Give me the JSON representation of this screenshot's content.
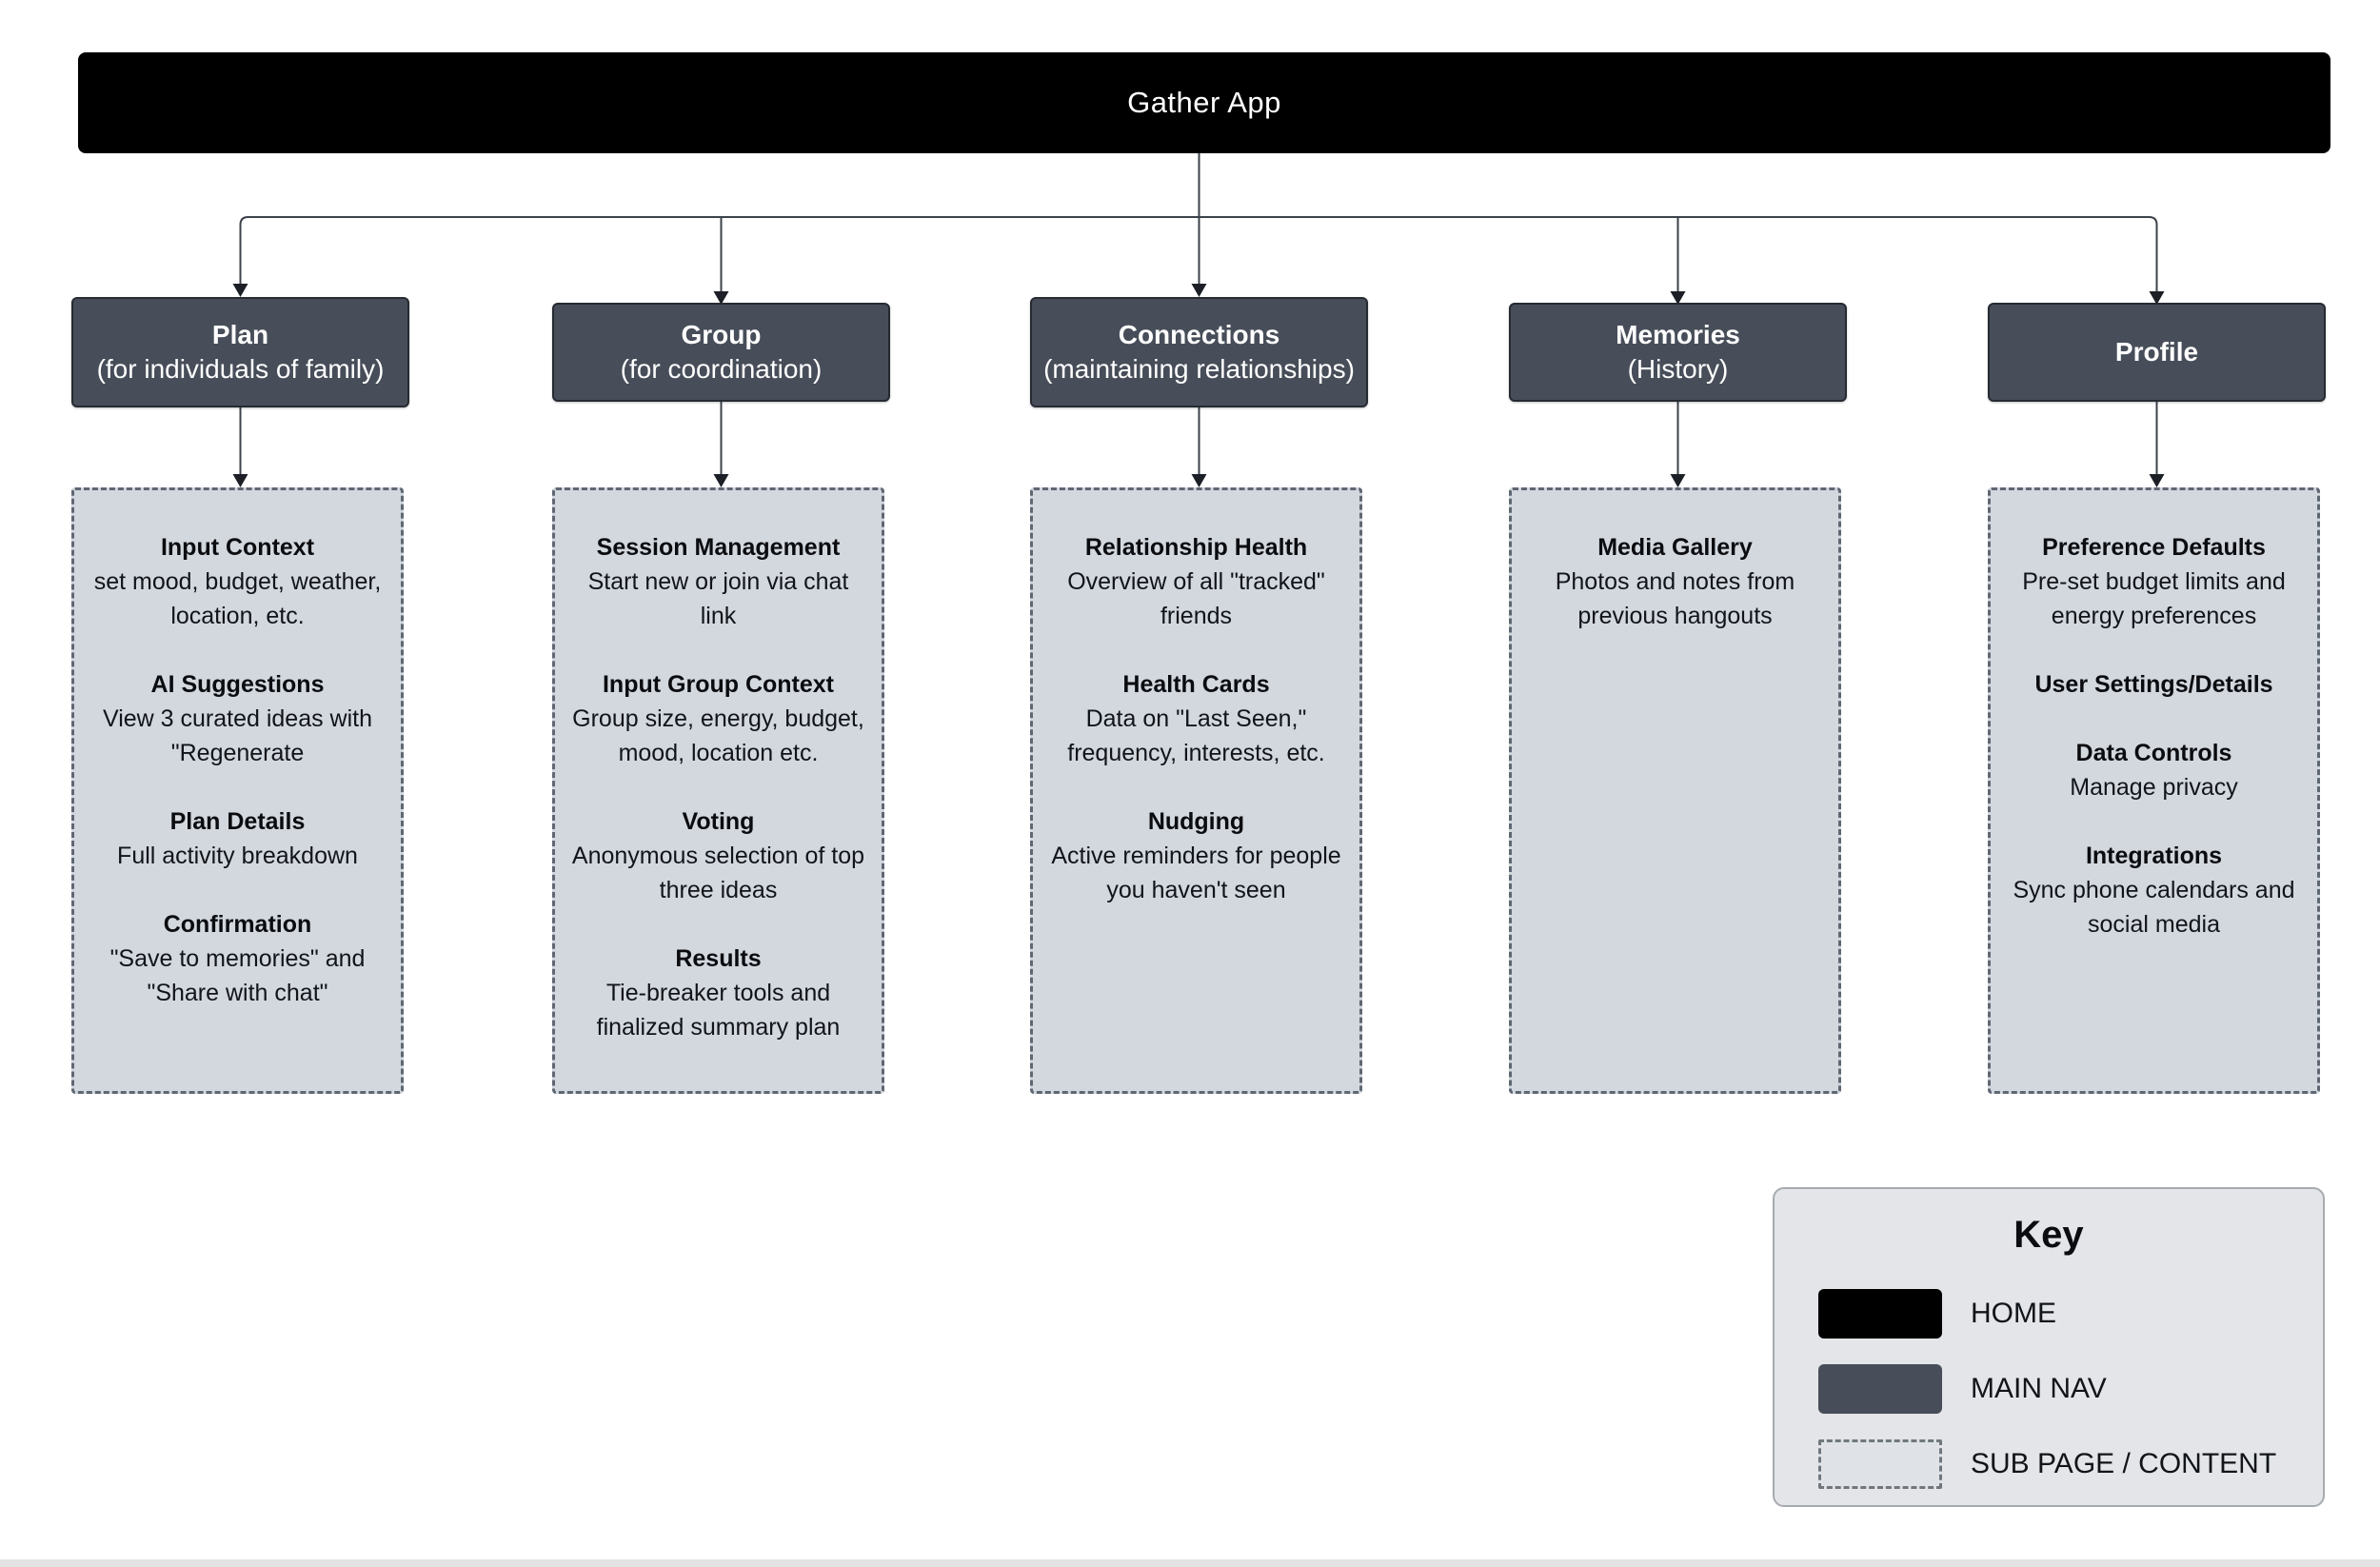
{
  "app": {
    "title": "Gather App"
  },
  "columns": [
    {
      "nav_title": "Plan",
      "nav_subtitle": "(for individuals of family)",
      "sections": [
        {
          "heading": "Input Context",
          "description": "set mood, budget, weather, location, etc."
        },
        {
          "heading": "AI Suggestions",
          "description": "View 3 curated ideas with \"Regenerate"
        },
        {
          "heading": "Plan Details",
          "description": "Full activity breakdown"
        },
        {
          "heading": "Confirmation",
          "description": "\"Save to memories\" and \"Share with chat\""
        }
      ]
    },
    {
      "nav_title": "Group",
      "nav_subtitle": "(for coordination)",
      "sections": [
        {
          "heading": "Session Management",
          "description": "Start new or join via chat link"
        },
        {
          "heading": "Input Group Context",
          "description": "Group size, energy, budget, mood, location etc."
        },
        {
          "heading": "Voting",
          "description": "Anonymous selection of top three ideas"
        },
        {
          "heading": "Results",
          "description": "Tie-breaker tools and finalized summary plan"
        }
      ]
    },
    {
      "nav_title": "Connections",
      "nav_subtitle": "(maintaining relationships)",
      "sections": [
        {
          "heading": "Relationship Health",
          "description": "Overview of all \"tracked\" friends"
        },
        {
          "heading": "Health Cards",
          "description": "Data on \"Last Seen,\" frequency, interests, etc."
        },
        {
          "heading": "Nudging",
          "description": "Active reminders for people you haven't seen"
        }
      ]
    },
    {
      "nav_title": "Memories",
      "nav_subtitle": "(History)",
      "sections": [
        {
          "heading": "Media Gallery",
          "description": "Photos and notes from previous hangouts"
        }
      ]
    },
    {
      "nav_title": "Profile",
      "nav_subtitle": "",
      "sections": [
        {
          "heading": "Preference Defaults",
          "description": "Pre-set budget limits and energy preferences"
        },
        {
          "heading": "User Settings/Details",
          "description": ""
        },
        {
          "heading": "Data Controls",
          "description": "Manage privacy"
        },
        {
          "heading": "Integrations",
          "description": "Sync phone calendars and social media"
        }
      ]
    }
  ],
  "key": {
    "title": "Key",
    "items": [
      {
        "label": "HOME"
      },
      {
        "label": "MAIN NAV"
      },
      {
        "label": "SUB PAGE / CONTENT"
      }
    ]
  },
  "colors": {
    "home": "#000000",
    "main_nav": "#474e59",
    "sub_page_fill": "#d3d8de",
    "sub_page_border": "#5f6773",
    "connector": "#3c424a",
    "key_panel": "#e3e5e8"
  }
}
